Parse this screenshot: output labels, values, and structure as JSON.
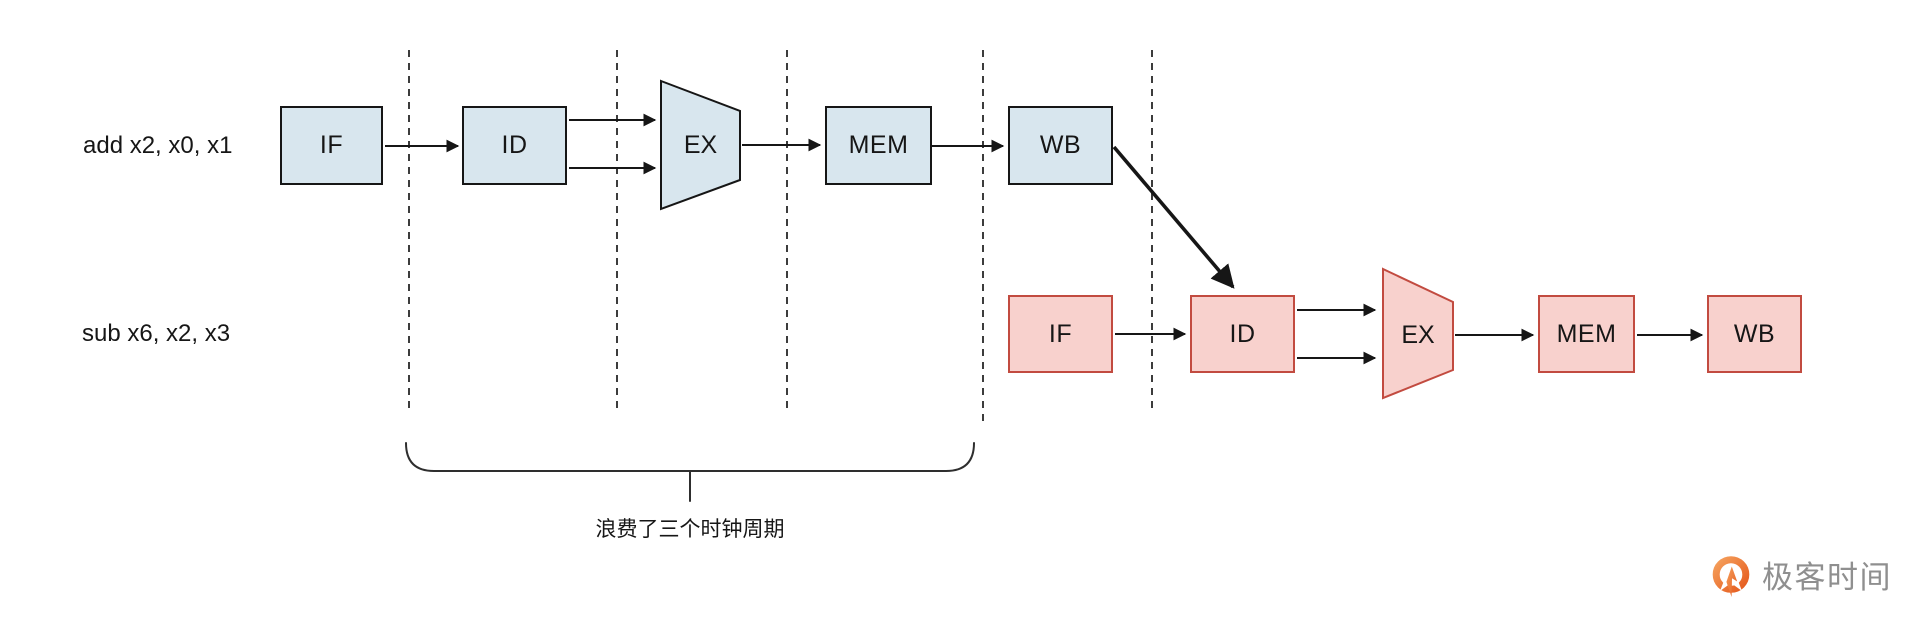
{
  "diagram": {
    "instruction1": {
      "label": "add x2, x0, x1",
      "stages": [
        "IF",
        "ID",
        "EX",
        "MEM",
        "WB"
      ]
    },
    "instruction2": {
      "label": "sub x6, x2, x3",
      "stages": [
        "IF",
        "ID",
        "EX",
        "MEM",
        "WB"
      ]
    },
    "annotation": "浪费了三个时钟周期"
  },
  "logo": {
    "text": "极客时间",
    "icon": "geektime-pin-icon"
  },
  "colors": {
    "background": "#ffffff",
    "instr1_fill": "#d8e6ee",
    "instr1_stroke": "#161616",
    "instr2_fill": "#f8d1cd",
    "instr2_stroke": "#c24b40",
    "arrow": "#161616",
    "dash": "#3c3c3c",
    "brace": "#2e2e2e",
    "text": "#161616",
    "logo_orange_light": "#f5a05c",
    "logo_orange_dark": "#e55a1d",
    "logo_text": "#8f8f8f"
  }
}
